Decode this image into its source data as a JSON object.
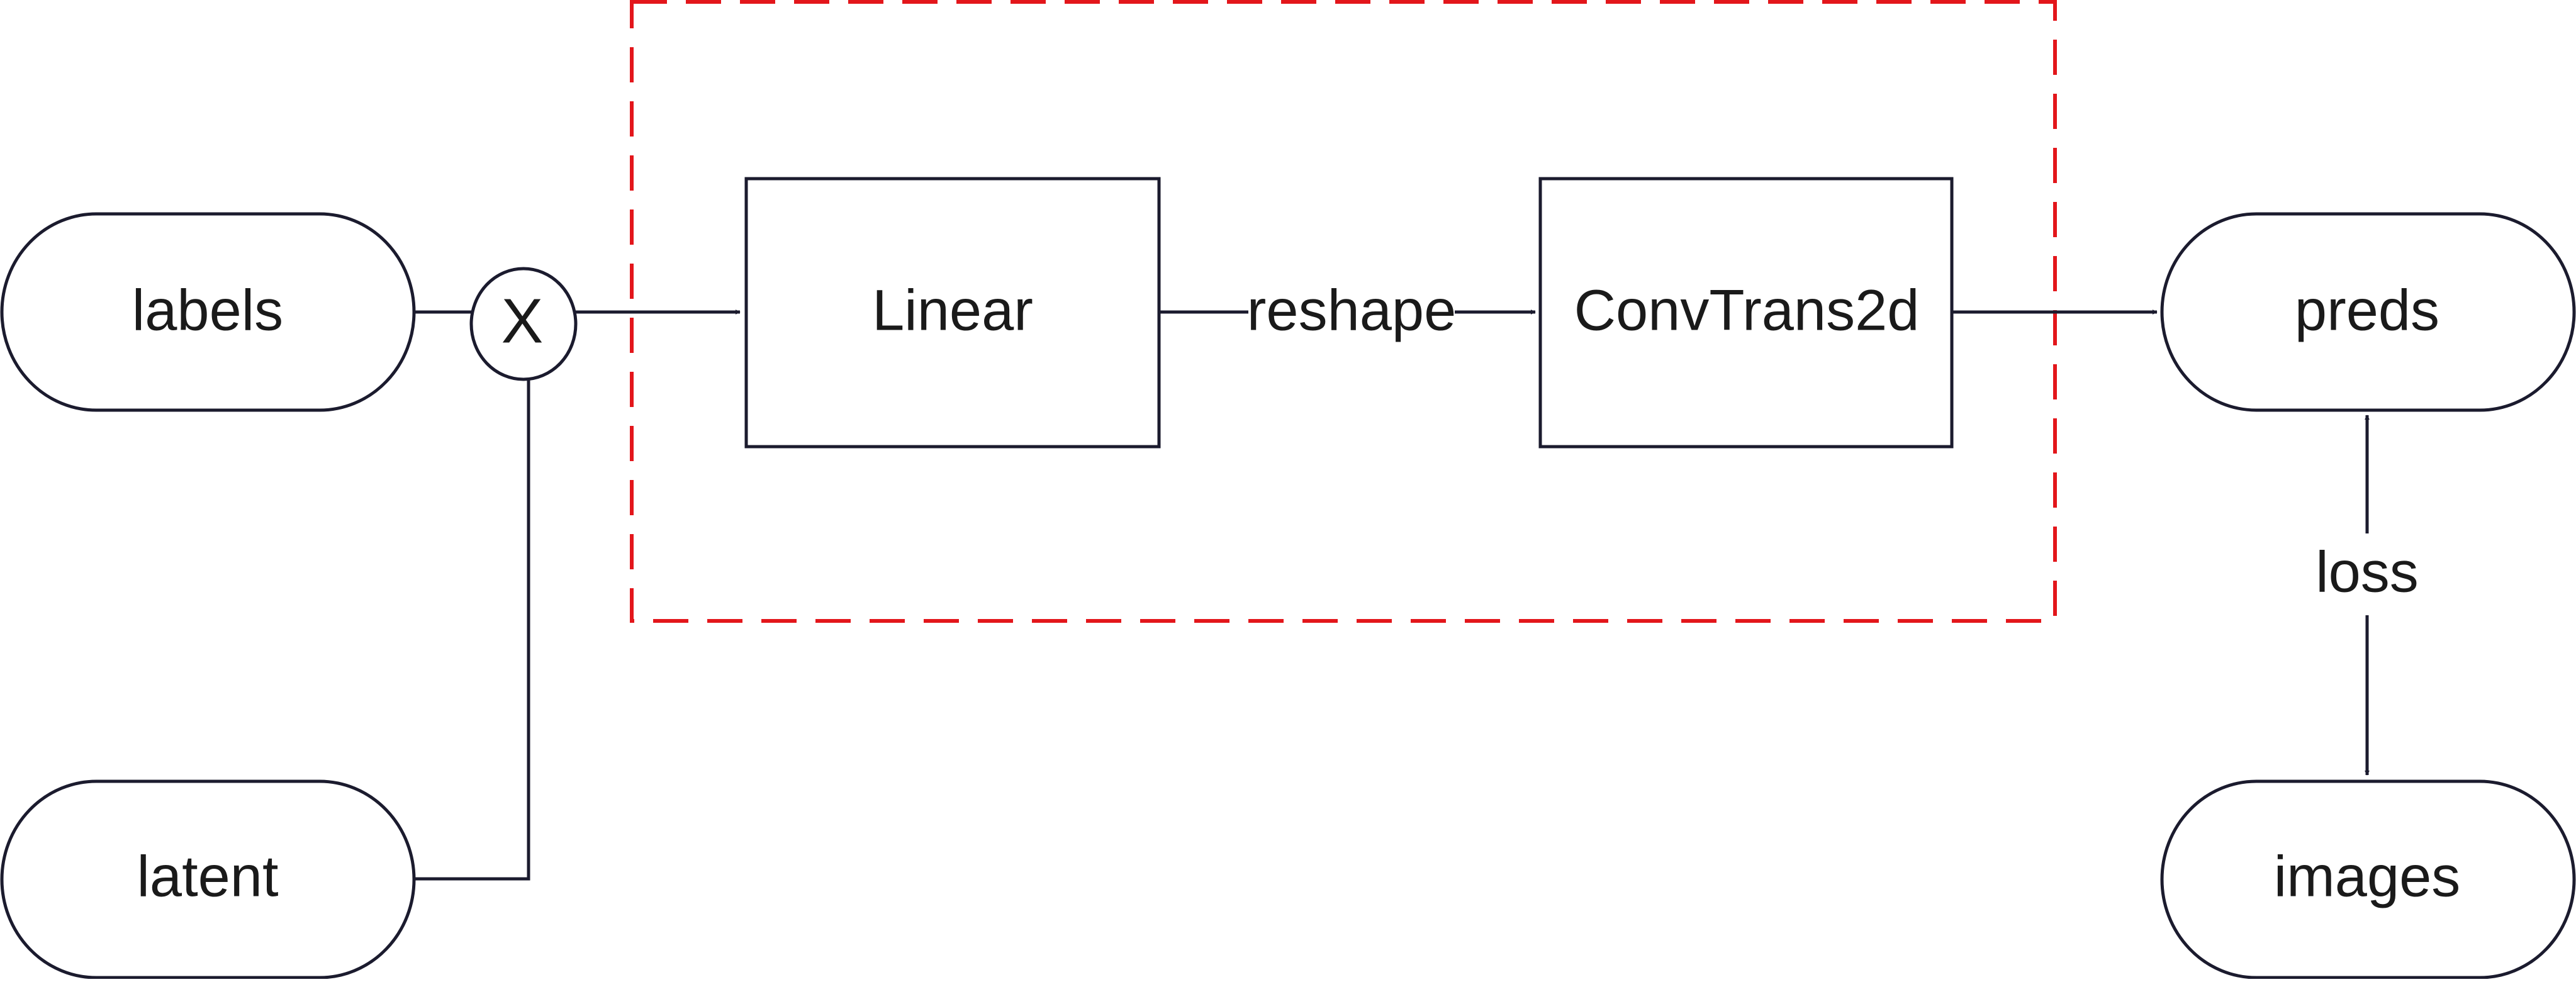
{
  "nodes": {
    "labels": "labels",
    "latent": "latent",
    "multiply": "X",
    "linear": "Linear",
    "convtrans": "ConvTrans2d",
    "preds": "preds",
    "images": "images"
  },
  "edges": {
    "reshape": "reshape",
    "loss": "loss"
  },
  "colors": {
    "stroke": "#1b1b2e",
    "dashed_box": "#e3161b",
    "text": "#1a1a1a"
  }
}
